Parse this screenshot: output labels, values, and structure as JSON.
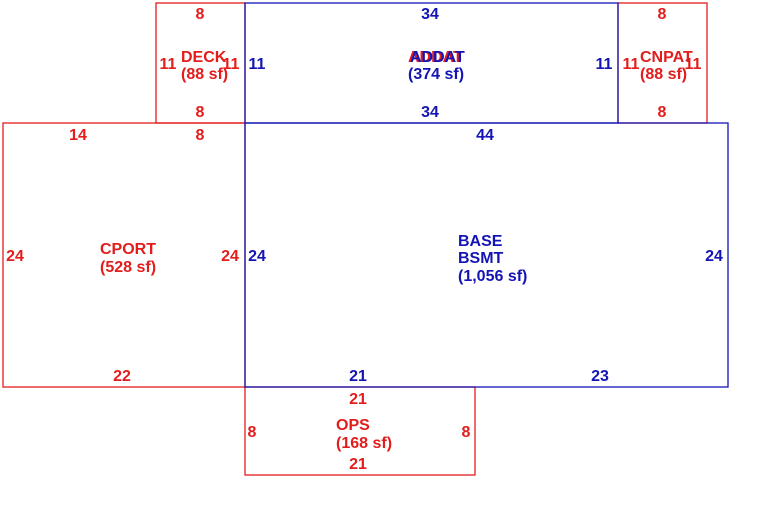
{
  "colors": {
    "red": "#e31c1c",
    "blue": "#1414b4"
  },
  "areas": {
    "deck": {
      "name": "DECK",
      "area": "(88 sf)",
      "top": "8",
      "bottom": "8",
      "left": "11",
      "right": "11"
    },
    "addat": {
      "name": "ADDAT",
      "area": "(374 sf)",
      "top": "34",
      "bottom": "34",
      "left": "11",
      "right": "11"
    },
    "addat_overlap_label": "ADDAT",
    "cnpat": {
      "name": "CNPAT",
      "area": "(88 sf)",
      "top": "8",
      "bottom": "8",
      "left": "11",
      "right": "11"
    },
    "cport": {
      "name": "CPORT",
      "area": "(528 sf)",
      "top1": "14",
      "top2": "8",
      "bottom": "22",
      "left": "24",
      "right": "24"
    },
    "base": {
      "name": "BASE",
      "name2": "BSMT",
      "area": "(1,056 sf)",
      "top": "44",
      "bottom1": "21",
      "bottom2": "23",
      "left": "24",
      "right": "24"
    },
    "ops": {
      "name": "OPS",
      "area": "(168 sf)",
      "top": "21",
      "bottom": "21",
      "left": "8",
      "right": "8"
    }
  }
}
